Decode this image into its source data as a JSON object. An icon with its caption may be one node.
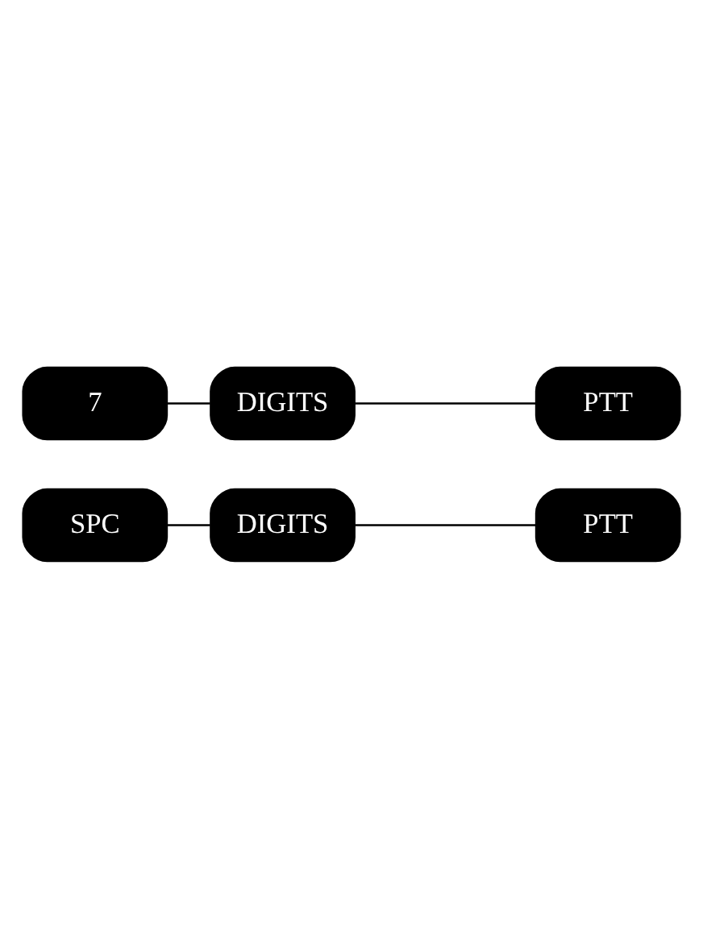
{
  "diagram": {
    "nodes": [
      {
        "text": [
          "SPC"
        ]
      },
      {
        "text": [
          "DIGITS"
        ]
      },
      {
        "text": [
          "PTT"
        ]
      },
      {
        "text": [
          "7"
        ]
      },
      {
        "text": [
          "DIGITS"
        ]
      },
      {
        "text": [
          "PTT"
        ]
      }
    ],
    "edges": [
      {
        "from": 0,
        "to": 1,
        "arrow": "none"
      },
      {
        "from": 1,
        "to": 2,
        "arrow": "none"
      },
      {
        "from": 3,
        "to": 4,
        "arrow": "none"
      },
      {
        "from": 4,
        "to": 5,
        "arrow": "none"
      }
    ]
  }
}
